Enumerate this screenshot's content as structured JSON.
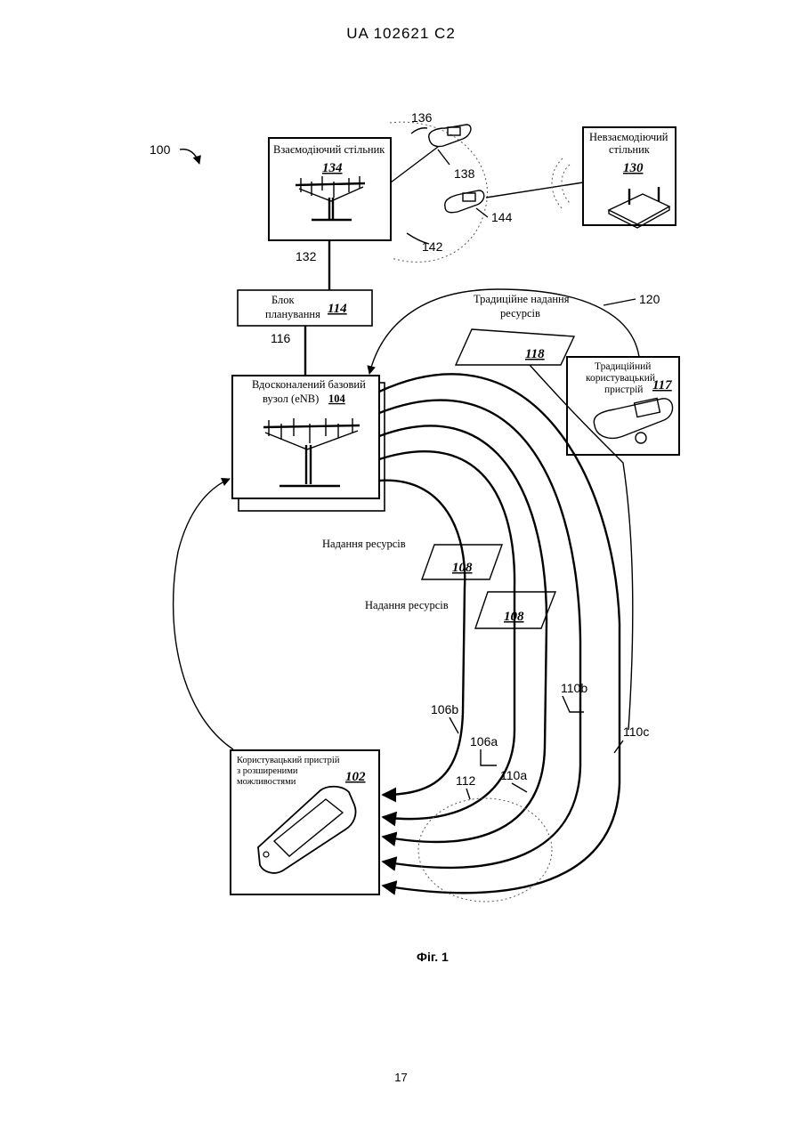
{
  "header": "UA   102621   C2",
  "page_number": "17",
  "figure": {
    "caption": "Фіг. 1",
    "ref_100": "100",
    "interacting_cell": {
      "title": "Взаємодіючий стільник",
      "ref": "134"
    },
    "non_interacting_cell": {
      "title_line1": "Невзаємодіючий",
      "title_line2": "стільник",
      "ref": "130"
    },
    "scheduler": {
      "line1": "Блок",
      "line2": "планування",
      "ref": "114"
    },
    "enb": {
      "line1": "Вдосконалений базовий",
      "line2": "вузол (eNB)",
      "ref": "104"
    },
    "legacy_ue": {
      "line1": "Традиційний",
      "line2": "користувацький",
      "line3": "пристрій",
      "ref": "117"
    },
    "enhanced_ue": {
      "line1": "Користувацький пристрій",
      "line2": "з розширеними",
      "line3": "можливостями",
      "ref": "102"
    },
    "legacy_grant": {
      "line1": "Традиційне надання",
      "line2": "ресурсів",
      "ref": "118",
      "num": "120"
    },
    "grant_label_1": "Надання ресурсів",
    "grant_label_2": "Надання ресурсів",
    "grant_ref_1": "108",
    "grant_ref_2": "108",
    "labels": {
      "l136": "136",
      "l138": "138",
      "l142": "142",
      "l144": "144",
      "l132": "132",
      "l116": "116",
      "l106b": "106b",
      "l106a": "106a",
      "l110a": "110a",
      "l110b": "110b",
      "l110c": "110c",
      "l112": "112"
    }
  }
}
